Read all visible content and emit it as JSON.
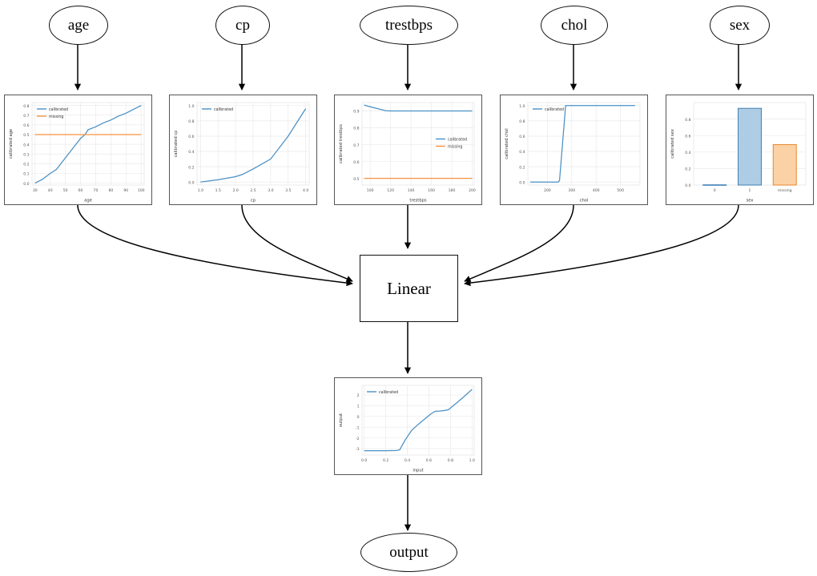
{
  "graph": {
    "input_nodes": [
      {
        "id": "age",
        "label": "age"
      },
      {
        "id": "cp",
        "label": "cp"
      },
      {
        "id": "trestbps",
        "label": "trestbps"
      },
      {
        "id": "chol",
        "label": "chol"
      },
      {
        "id": "sex",
        "label": "sex"
      }
    ],
    "middle_node": {
      "id": "linear",
      "label": "Linear"
    },
    "output_node": {
      "id": "output",
      "label": "output"
    },
    "edge_color": "#000000",
    "colors": {
      "calibrated": "#4a90c4",
      "missing": "#f5923e",
      "bar_blue_fill": "#aecde4",
      "bar_orange_fill": "#fbd2a6"
    }
  },
  "chart_data": [
    {
      "id": "age-chart",
      "type": "line",
      "title": "",
      "xlabel": "age",
      "ylabel": "calibrated age",
      "xlim": [
        28,
        102
      ],
      "ylim": [
        -0.02,
        0.83
      ],
      "xticks": [
        30,
        40,
        50,
        60,
        70,
        80,
        90,
        100
      ],
      "yticks": [
        0.0,
        0.1,
        0.2,
        0.3,
        0.4,
        0.5,
        0.6,
        0.7,
        0.8
      ],
      "grid": true,
      "legend": [
        "calibrated",
        "missing"
      ],
      "legend_position": "upper left",
      "series": [
        {
          "name": "calibrated",
          "color": "#4a90c4",
          "x": [
            30,
            35,
            40,
            44,
            48,
            52,
            56,
            60,
            63,
            65,
            70,
            75,
            80,
            85,
            90,
            95,
            100
          ],
          "y": [
            0.0,
            0.04,
            0.1,
            0.14,
            0.22,
            0.3,
            0.38,
            0.46,
            0.5,
            0.55,
            0.58,
            0.62,
            0.65,
            0.69,
            0.72,
            0.76,
            0.8
          ]
        },
        {
          "name": "missing",
          "color": "#f5923e",
          "x": [
            30,
            100
          ],
          "y": [
            0.5,
            0.5
          ]
        }
      ]
    },
    {
      "id": "cp-chart",
      "type": "line",
      "xlabel": "cp",
      "ylabel": "calibrated cp",
      "xlim": [
        0.9,
        4.1
      ],
      "ylim": [
        -0.04,
        1.04
      ],
      "xticks": [
        1.0,
        1.5,
        2.0,
        2.5,
        3.0,
        3.5,
        4.0
      ],
      "yticks": [
        0.0,
        0.2,
        0.4,
        0.6,
        0.8,
        1.0
      ],
      "grid": true,
      "legend": [
        "calibrated"
      ],
      "legend_position": "upper left",
      "series": [
        {
          "name": "calibrated",
          "color": "#4a90c4",
          "x": [
            1.0,
            1.5,
            2.0,
            2.2,
            2.5,
            3.0,
            3.5,
            4.0
          ],
          "y": [
            0.0,
            0.03,
            0.07,
            0.1,
            0.17,
            0.3,
            0.6,
            0.96
          ]
        }
      ]
    },
    {
      "id": "trestbps-chart",
      "type": "line",
      "xlabel": "trestbps",
      "ylabel": "calibrated trestbps",
      "xlim": [
        92,
        202
      ],
      "ylim": [
        0.46,
        0.95
      ],
      "xticks": [
        100,
        120,
        140,
        160,
        180,
        200
      ],
      "yticks": [
        0.5,
        0.6,
        0.7,
        0.8,
        0.9
      ],
      "grid": true,
      "legend": [
        "calibrated",
        "missing"
      ],
      "legend_position": "center right",
      "series": [
        {
          "name": "calibrated",
          "color": "#4a90c4",
          "x": [
            94,
            100,
            115,
            120,
            140,
            160,
            180,
            200
          ],
          "y": [
            0.935,
            0.925,
            0.902,
            0.9,
            0.9,
            0.9,
            0.9,
            0.9
          ]
        },
        {
          "name": "missing",
          "color": "#f5923e",
          "x": [
            94,
            200
          ],
          "y": [
            0.5,
            0.5
          ]
        }
      ]
    },
    {
      "id": "chol-chart",
      "type": "line",
      "xlabel": "chol",
      "ylabel": "calibrated chol",
      "xlim": [
        120,
        580
      ],
      "ylim": [
        -0.04,
        1.04
      ],
      "xticks": [
        200,
        300,
        400,
        500
      ],
      "yticks": [
        0.0,
        0.2,
        0.4,
        0.6,
        0.8,
        1.0
      ],
      "grid": true,
      "legend": [
        "calibrated"
      ],
      "legend_position": "upper left",
      "series": [
        {
          "name": "calibrated",
          "color": "#4a90c4",
          "x": [
            130,
            200,
            245,
            250,
            275,
            300,
            400,
            500,
            560
          ],
          "y": [
            0.0,
            0.0,
            0.0,
            0.02,
            1.0,
            1.0,
            1.0,
            1.0,
            1.0
          ]
        }
      ]
    },
    {
      "id": "sex-chart",
      "type": "bar",
      "xlabel": "sex",
      "ylabel": "calibrated sex",
      "categories": [
        "0",
        "1",
        "missing"
      ],
      "values": [
        0.003,
        0.93,
        0.49
      ],
      "bar_colors": [
        "#aecde4",
        "#aecde4",
        "#fbd2a6"
      ],
      "bar_edge_colors": [
        "#3d7fb5",
        "#3d7fb5",
        "#e8862a"
      ],
      "ylim": [
        0,
        1.0
      ],
      "yticks": [
        0.0,
        0.2,
        0.4,
        0.6,
        0.8
      ],
      "grid": true,
      "legend": []
    },
    {
      "id": "output-chart",
      "type": "line",
      "xlabel": "input",
      "ylabel": "output",
      "xlim": [
        -0.02,
        1.02
      ],
      "ylim": [
        -3.6,
        2.9
      ],
      "xticks": [
        0.0,
        0.2,
        0.4,
        0.6,
        0.8,
        1.0
      ],
      "yticks": [
        -3,
        -2,
        -1,
        0,
        1,
        2
      ],
      "grid": true,
      "legend": [
        "calibrated"
      ],
      "legend_position": "upper left",
      "series": [
        {
          "name": "calibrated",
          "color": "#4a90c4",
          "x": [
            0.0,
            0.1,
            0.2,
            0.3,
            0.33,
            0.38,
            0.44,
            0.5,
            0.56,
            0.62,
            0.66,
            0.7,
            0.74,
            0.78,
            0.85,
            0.92,
            1.0
          ],
          "y": [
            -3.2,
            -3.2,
            -3.2,
            -3.18,
            -3.1,
            -2.2,
            -1.3,
            -0.75,
            -0.25,
            0.25,
            0.48,
            0.5,
            0.55,
            0.62,
            1.2,
            1.8,
            2.52
          ]
        }
      ]
    }
  ]
}
